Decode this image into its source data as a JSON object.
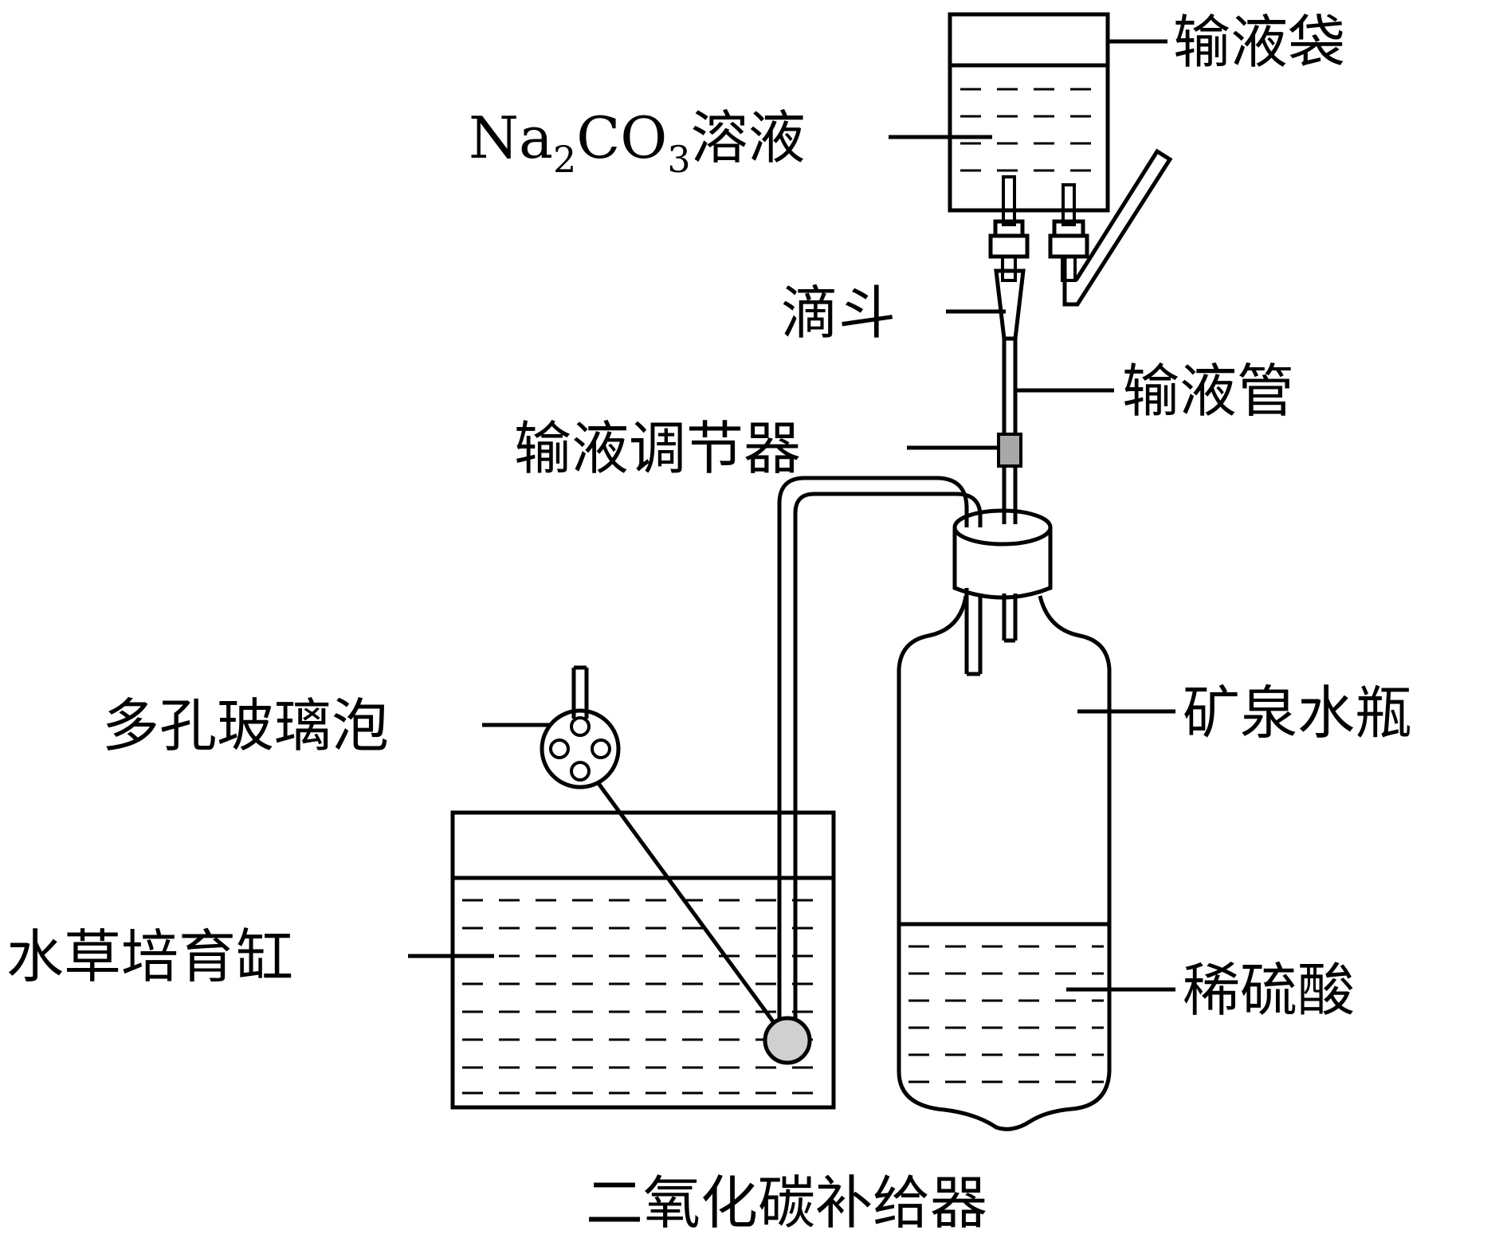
{
  "labels": {
    "infusion_bag": "输液袋",
    "na2co3_prefix": "Na",
    "na2co3_sub1": "2",
    "na2co3_mid": "CO",
    "na2co3_sub2": "3",
    "na2co3_suffix": "溶液",
    "drip_chamber": "滴斗",
    "infusion_tube": "输液管",
    "flow_regulator": "输液调节器",
    "porous_bulb": "多孔玻璃泡",
    "bottle": "矿泉水瓶",
    "acid": "稀硫酸",
    "tank": "水草培育缸",
    "caption": "二氧化碳补给器"
  },
  "colors": {
    "stroke": "#000000",
    "bulb_fill": "#d0d0d0",
    "regulator_fill": "#a8a8a8",
    "background": "#ffffff"
  }
}
